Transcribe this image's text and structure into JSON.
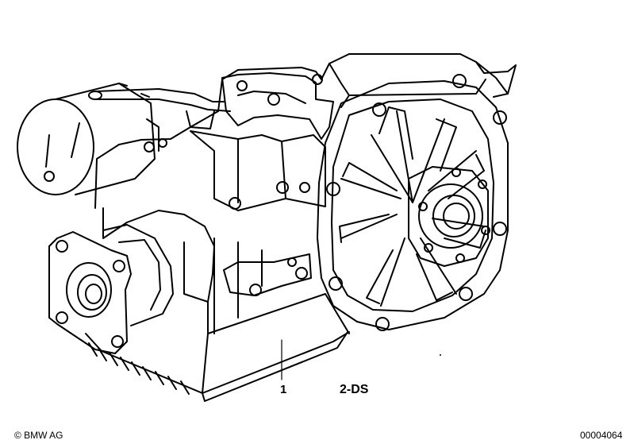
{
  "diagram": {
    "callouts": [
      {
        "label": "1"
      }
    ],
    "model_code": "2-DS"
  },
  "footer": {
    "copyright": "© BMW AG",
    "image_id": "00004064"
  },
  "icons": [
    "differential-housing-drawing"
  ]
}
